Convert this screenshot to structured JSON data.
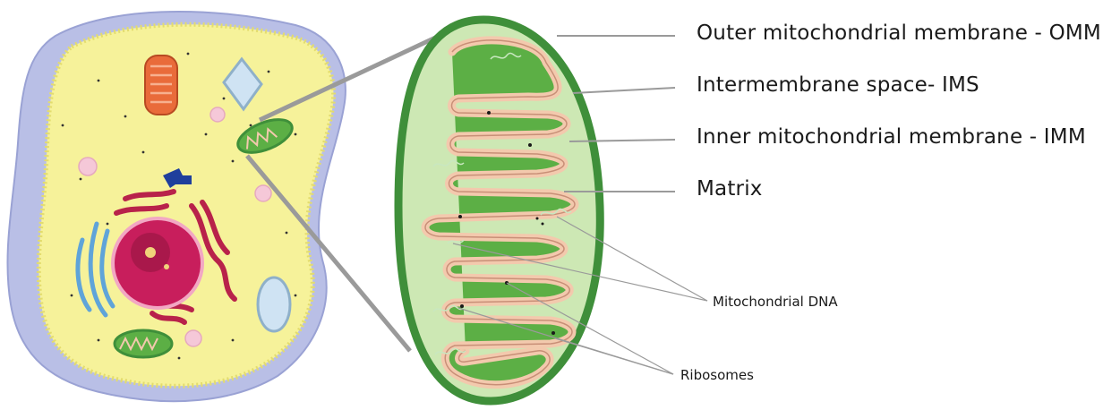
{
  "labels": {
    "omm": "Outer mitochondrial membrane - OMM",
    "ims": "Intermembrane space- IMS",
    "imm": "Inner mitochondrial membrane - IMM",
    "matrix": "Matrix",
    "mtdna": "Mitochondrial DNA",
    "ribosomes": "Ribosomes"
  },
  "colors": {
    "cytoplasm": "#f6f29a",
    "cell_wall": "#b9bfe6",
    "membrane_dots": "#e8e37a",
    "outer_membrane": "#3f8f3a",
    "ims": "#cde8b4",
    "matrix": "#5caf45",
    "cristae_membrane": "#f3c9ad",
    "nucleus": "#c81e5c",
    "er": "#b8224a",
    "golgi": "#5fa4d9",
    "vacuole": "#cfe3f3",
    "vesicle": "#f5c8d8",
    "centrosome": "#1f3f9c",
    "leader_line": "#9a9a9a"
  }
}
